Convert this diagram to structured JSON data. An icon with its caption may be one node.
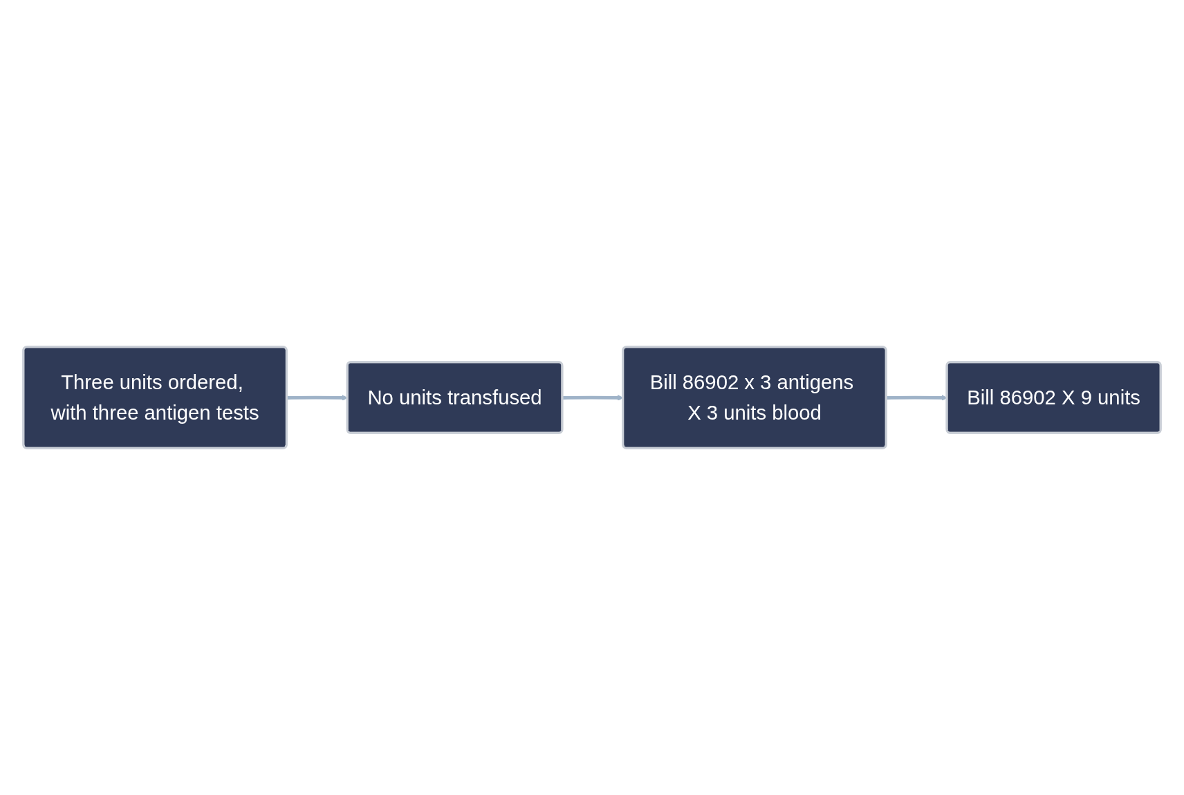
{
  "diagram": {
    "nodes": [
      {
        "text": [
          "Three units ordered, with three antigen tests"
        ]
      },
      {
        "text": [
          "No units transfused"
        ]
      },
      {
        "text": [
          "Bill 86902 x 3 antigens X 3 units blood"
        ]
      },
      {
        "text": [
          "Bill 86902 X 9 units"
        ]
      }
    ],
    "edges": [
      {
        "from": 0,
        "to": 1,
        "arrow": "to"
      },
      {
        "from": 1,
        "to": 2,
        "arrow": "to"
      },
      {
        "from": 2,
        "to": 3,
        "arrow": "to"
      }
    ]
  }
}
